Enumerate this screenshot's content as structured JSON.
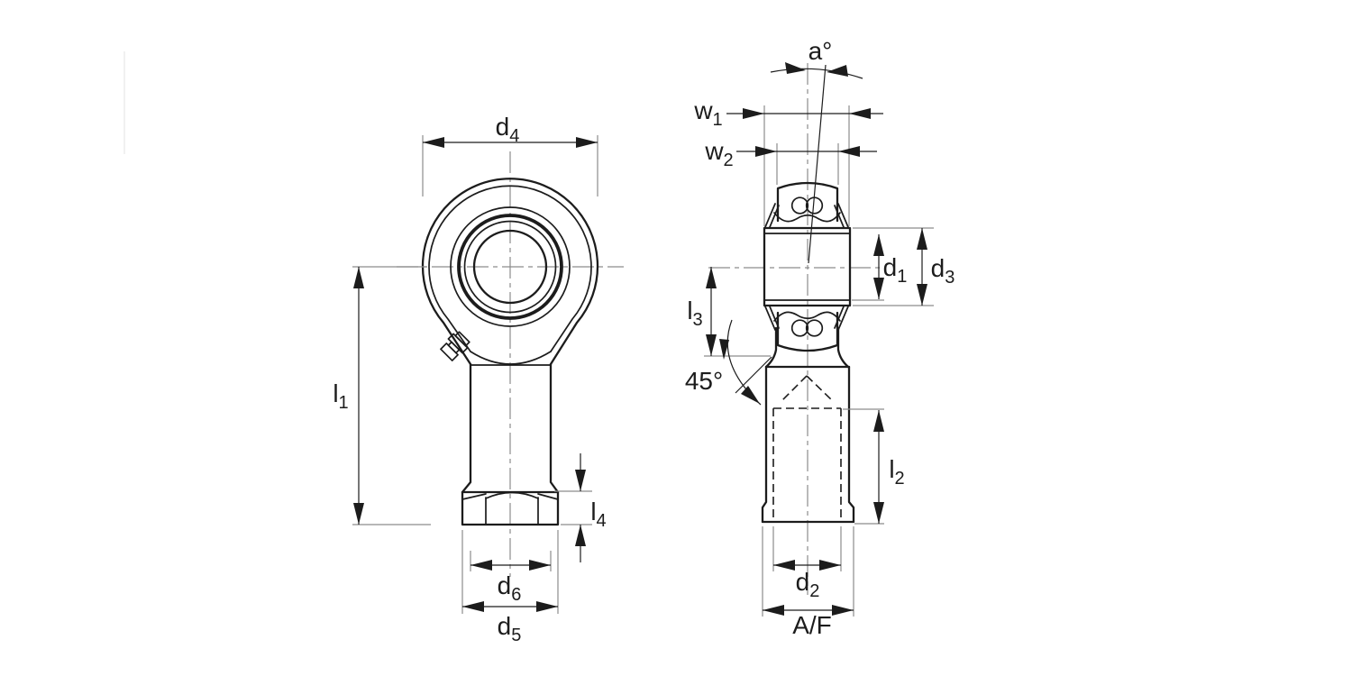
{
  "title": "Rod end bearing engineering drawing, front and side sectional views",
  "colors": {
    "line": "#1c1c1c",
    "thin_line": "#8c8c8c",
    "background": "#ffffff"
  },
  "dimensions": {
    "d4": {
      "base": "d",
      "sub": "4"
    },
    "l1": {
      "base": "l",
      "sub": "1"
    },
    "l4": {
      "base": "l",
      "sub": "4"
    },
    "d6": {
      "base": "d",
      "sub": "6"
    },
    "d5": {
      "base": "d",
      "sub": "5"
    },
    "a": {
      "base": "a°",
      "sub": ""
    },
    "w1": {
      "base": "w",
      "sub": "1"
    },
    "w2": {
      "base": "w",
      "sub": "2"
    },
    "d1": {
      "base": "d",
      "sub": "1"
    },
    "d3": {
      "base": "d",
      "sub": "3"
    },
    "l3": {
      "base": "l",
      "sub": "3"
    },
    "angle45": {
      "base": "45°",
      "sub": ""
    },
    "l2": {
      "base": "l",
      "sub": "2"
    },
    "d2": {
      "base": "d",
      "sub": "2"
    },
    "af": {
      "base": "A/F",
      "sub": ""
    }
  }
}
